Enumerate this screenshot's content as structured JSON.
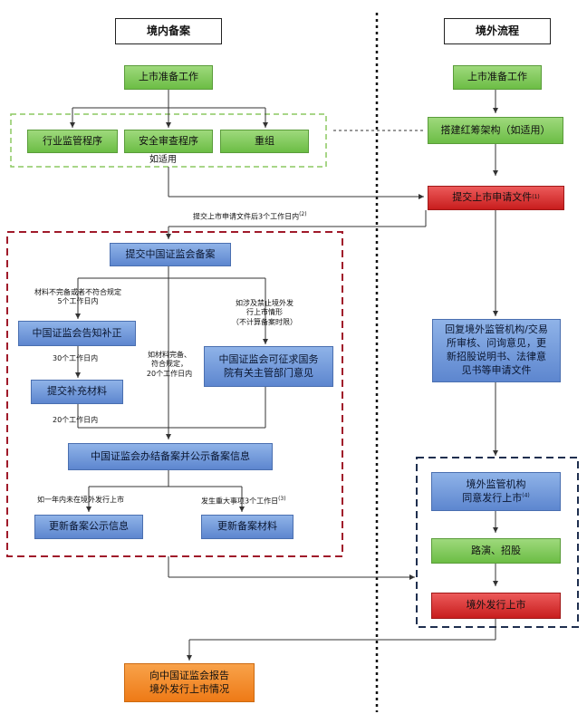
{
  "headers": {
    "domestic": "境内备案",
    "overseas": "境外流程"
  },
  "domestic": {
    "prep": "上市准备工作",
    "industry": "行业监管程序",
    "security": "安全审查程序",
    "restructure": "重组",
    "if_applicable": "如适用",
    "submit_csrc": "提交中国证监会备案",
    "notify_correction": "中国证监会告知补正",
    "submit_supplement": "提交补充材料",
    "seek_opinion_line1": "中国证监会可征求国务",
    "seek_opinion_line2": "院有关主管部门意见",
    "complete_filing": "中国证监会办结备案并公示备案信息",
    "update_public": "更新备案公示信息",
    "update_materials": "更新备案材料"
  },
  "overseas": {
    "prep": "上市准备工作",
    "red_chip": "搭建红筹架构（如适用）",
    "submit_listing": "提交上市申请文件",
    "submit_note": "(1)",
    "reply_line1": "回复境外监管机构/交易",
    "reply_line2": "所审核、问询意见，更",
    "reply_line3": "新招股说明书、法律意",
    "reply_line4": "见书等申请文件",
    "approve_line1": "境外监管机构",
    "approve_line2": "同意发行上市",
    "approve_note": "(4)",
    "roadshow": "路演、招股",
    "issue": "境外发行上市",
    "report_line1": "向中国证监会报告",
    "report_line2": "境外发行上市情况"
  },
  "labels": {
    "within3": "提交上市申请文件后3个工作日内",
    "within3_note": "(2)",
    "incomplete_line1": "材料不完备或者不符合规定",
    "incomplete_line2": "5个工作日内",
    "days30": "30个工作日内",
    "days20": "20个工作日内",
    "complete_line1": "如材料完备、",
    "complete_line2": "符合规定，",
    "complete_line3": "20个工作日内",
    "prohibited_line1": "如涉及禁止境外发",
    "prohibited_line2": "行上市情形",
    "prohibited_line3": "（不计算备案时限）",
    "one_year": "如一年内未在境外发行上市",
    "major_event": "发生重大事项3个工作日",
    "major_event_note": "(3)"
  },
  "colors": {
    "green": "#6cbd45",
    "blue": "#5d86cf",
    "red": "#c81d1d",
    "orange": "#ee7a16",
    "green_dash": "#8cc860",
    "red_dash": "#a01a2a",
    "navy_dash": "#1f2f4f"
  }
}
